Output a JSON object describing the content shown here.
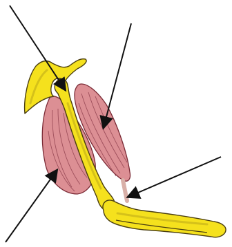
{
  "diagram": {
    "colors": {
      "background": "#ffffff",
      "bone_fill": "#f5e11d",
      "bone_stroke": "#4a3e10",
      "bone_shadow": "#c8b41a",
      "muscle_fill": "#dc8f94",
      "muscle_stroke": "#7a2a35",
      "muscle_fiber": "#8a3a48",
      "tendon": "#d9b0a8",
      "arrow": "#111111"
    },
    "structures": [
      {
        "id": "scapula",
        "icon": "bone-shape"
      },
      {
        "id": "humerus",
        "icon": "bone-shape"
      },
      {
        "id": "radius-ulna",
        "icon": "bone-shape"
      },
      {
        "id": "front-muscle",
        "icon": "muscle-shape"
      },
      {
        "id": "back-muscle",
        "icon": "muscle-shape"
      }
    ],
    "pointers": [
      {
        "id": "arrow-shoulder-joint",
        "icon": "arrow-icon"
      },
      {
        "id": "arrow-front-muscle",
        "icon": "arrow-icon"
      },
      {
        "id": "arrow-back-muscle",
        "icon": "arrow-icon"
      },
      {
        "id": "arrow-tendon",
        "icon": "arrow-icon"
      }
    ]
  }
}
